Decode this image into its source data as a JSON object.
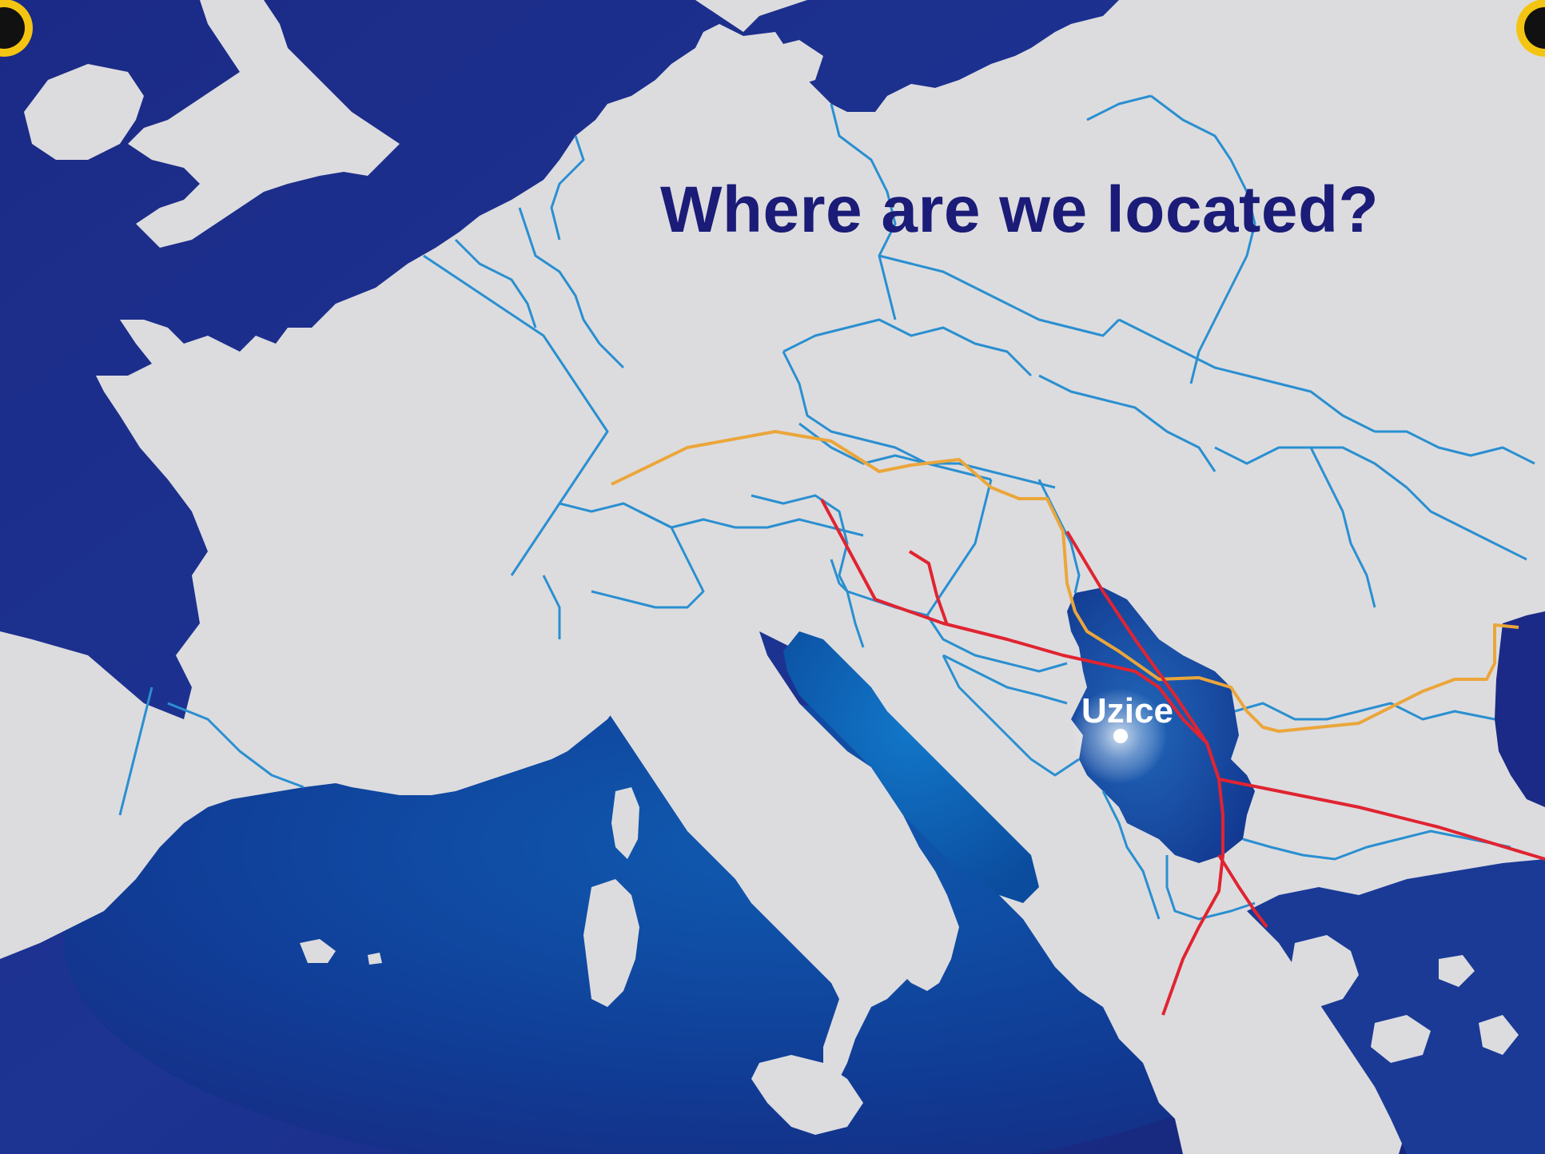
{
  "map": {
    "title": "Where are we located?",
    "city": {
      "name": "Uzice"
    },
    "colors": {
      "sea": "#1b2a86",
      "sea_light": "#0a63b5",
      "land": "#dcdcdf",
      "border": "#2a8fd0",
      "highlight_country": "#1547a0",
      "title": "#1b1b78",
      "route_red": "#e02431",
      "route_orange": "#eba63a",
      "city_label": "#ffffff"
    },
    "layers": {
      "routes": [
        "red corridor routes",
        "orange corridor route"
      ],
      "highlighted_region": "Serbia"
    }
  }
}
